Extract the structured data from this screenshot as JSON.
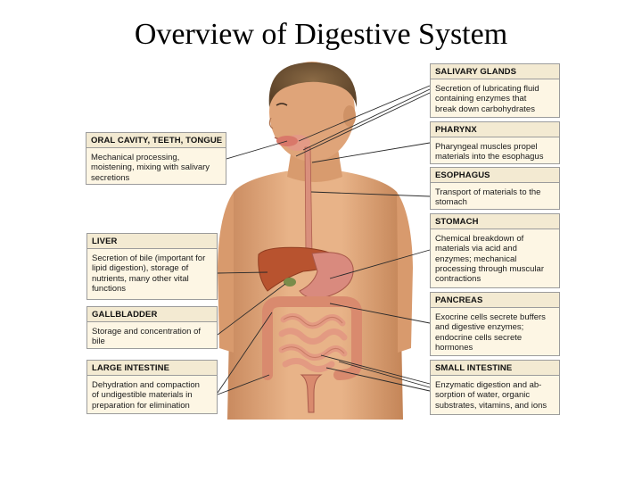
{
  "title": "Overview of Digestive System",
  "labels": {
    "salivary_glands": {
      "heading": "SALIVARY GLANDS",
      "text": "Secretion of lubricating fluid\ncontaining enzymes that\nbreak down carbohydrates"
    },
    "pharynx": {
      "heading": "PHARYNX",
      "text": "Pharyngeal muscles propel\nmaterials into the esophagus"
    },
    "esophagus": {
      "heading": "ESOPHAGUS",
      "text": "Transport of materials to the\nstomach"
    },
    "stomach": {
      "heading": "STOMACH",
      "text": "Chemical breakdown of\nmaterials via acid and\nenzymes; mechanical\nprocessing through muscular\ncontractions"
    },
    "pancreas": {
      "heading": "PANCREAS",
      "text": "Exocrine cells secrete buffers\nand digestive enzymes;\nendocrine cells secrete\nhormones"
    },
    "small_intestine": {
      "heading": "SMALL INTESTINE",
      "text": "Enzymatic digestion and ab-\nsorption of water, organic\nsubstrates, vitamins, and ions"
    },
    "oral_cavity": {
      "heading": "ORAL CAVITY, TEETH, TONGUE",
      "text": "Mechanical processing,\nmoistening, mixing with salivary\nsecretions"
    },
    "liver": {
      "heading": "LIVER",
      "text": "Secretion of bile (important for\nlipid digestion), storage of\nnutrients, many other vital\nfunctions"
    },
    "gallbladder": {
      "heading": "GALLBLADDER",
      "text": "Storage and concentration of\nbile"
    },
    "large_intestine": {
      "heading": "LARGE INTESTINE",
      "text": "Dehydration and compaction\nof undigestible materials in\npreparation for elimination"
    }
  },
  "colors": {
    "skin": "#e0a57a",
    "hair": "#6b4f33",
    "organ_red": "#c9574a",
    "liver": "#b8532f",
    "intestine": "#d9826b",
    "box_fill": "#fdf6e4"
  }
}
